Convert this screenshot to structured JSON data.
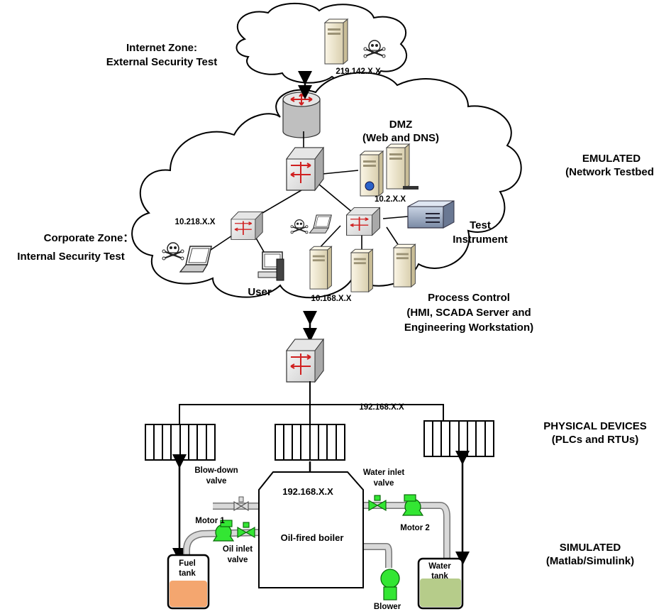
{
  "zones": {
    "internet": {
      "line1": "Internet Zone:",
      "line2": "External Security Test",
      "ip": "219.142.X.X"
    },
    "dmz": {
      "line1": "DMZ",
      "line2": "(Web and DNS)",
      "ip": "10.2.X.X"
    },
    "corporate": {
      "line1": "Corporate Zone：",
      "line2": "Internal Security Test",
      "ip": "10.218.X.X"
    },
    "user": "User",
    "test_instrument": {
      "line1": "Test",
      "line2": "Instrument"
    },
    "process_control": {
      "ip": "10.168.X.X",
      "line1": "Process Control",
      "line2": "(HMI, SCADA Server and",
      "line3": "Engineering Workstation)"
    }
  },
  "layers": {
    "emulated": {
      "line1": "EMULATED",
      "line2": "(Network Testbed)"
    },
    "physical": {
      "line1": "PHYSICAL DEVICES",
      "line2": "(PLCs and RTUs)"
    },
    "simulated": {
      "line1": "SIMULATED",
      "line2": "(Matlab/Simulink)"
    }
  },
  "plant": {
    "field_bus_ip": "192.168.X.X",
    "boiler_ip": "192.168.X.X",
    "boiler_label": "Oil-fired boiler",
    "blowdown_valve": {
      "line1": "Blow-down",
      "line2": "valve"
    },
    "water_inlet_valve": {
      "line1": "Water inlet",
      "line2": "valve"
    },
    "motor1": "Motor 1",
    "motor2": "Motor 2",
    "oil_inlet_valve": {
      "line1": "Oil inlet",
      "line2": "valve"
    },
    "fuel_tank": {
      "line1": "Fuel",
      "line2": "tank"
    },
    "water_tank": {
      "line1": "Water",
      "line2": "tank"
    },
    "blower": "Blower"
  },
  "colors": {
    "fuel": "#f4a66f",
    "water": "#b6cc8a",
    "motor": "#33e633",
    "arrow": "#e02020",
    "server": "#f3ecd6"
  }
}
